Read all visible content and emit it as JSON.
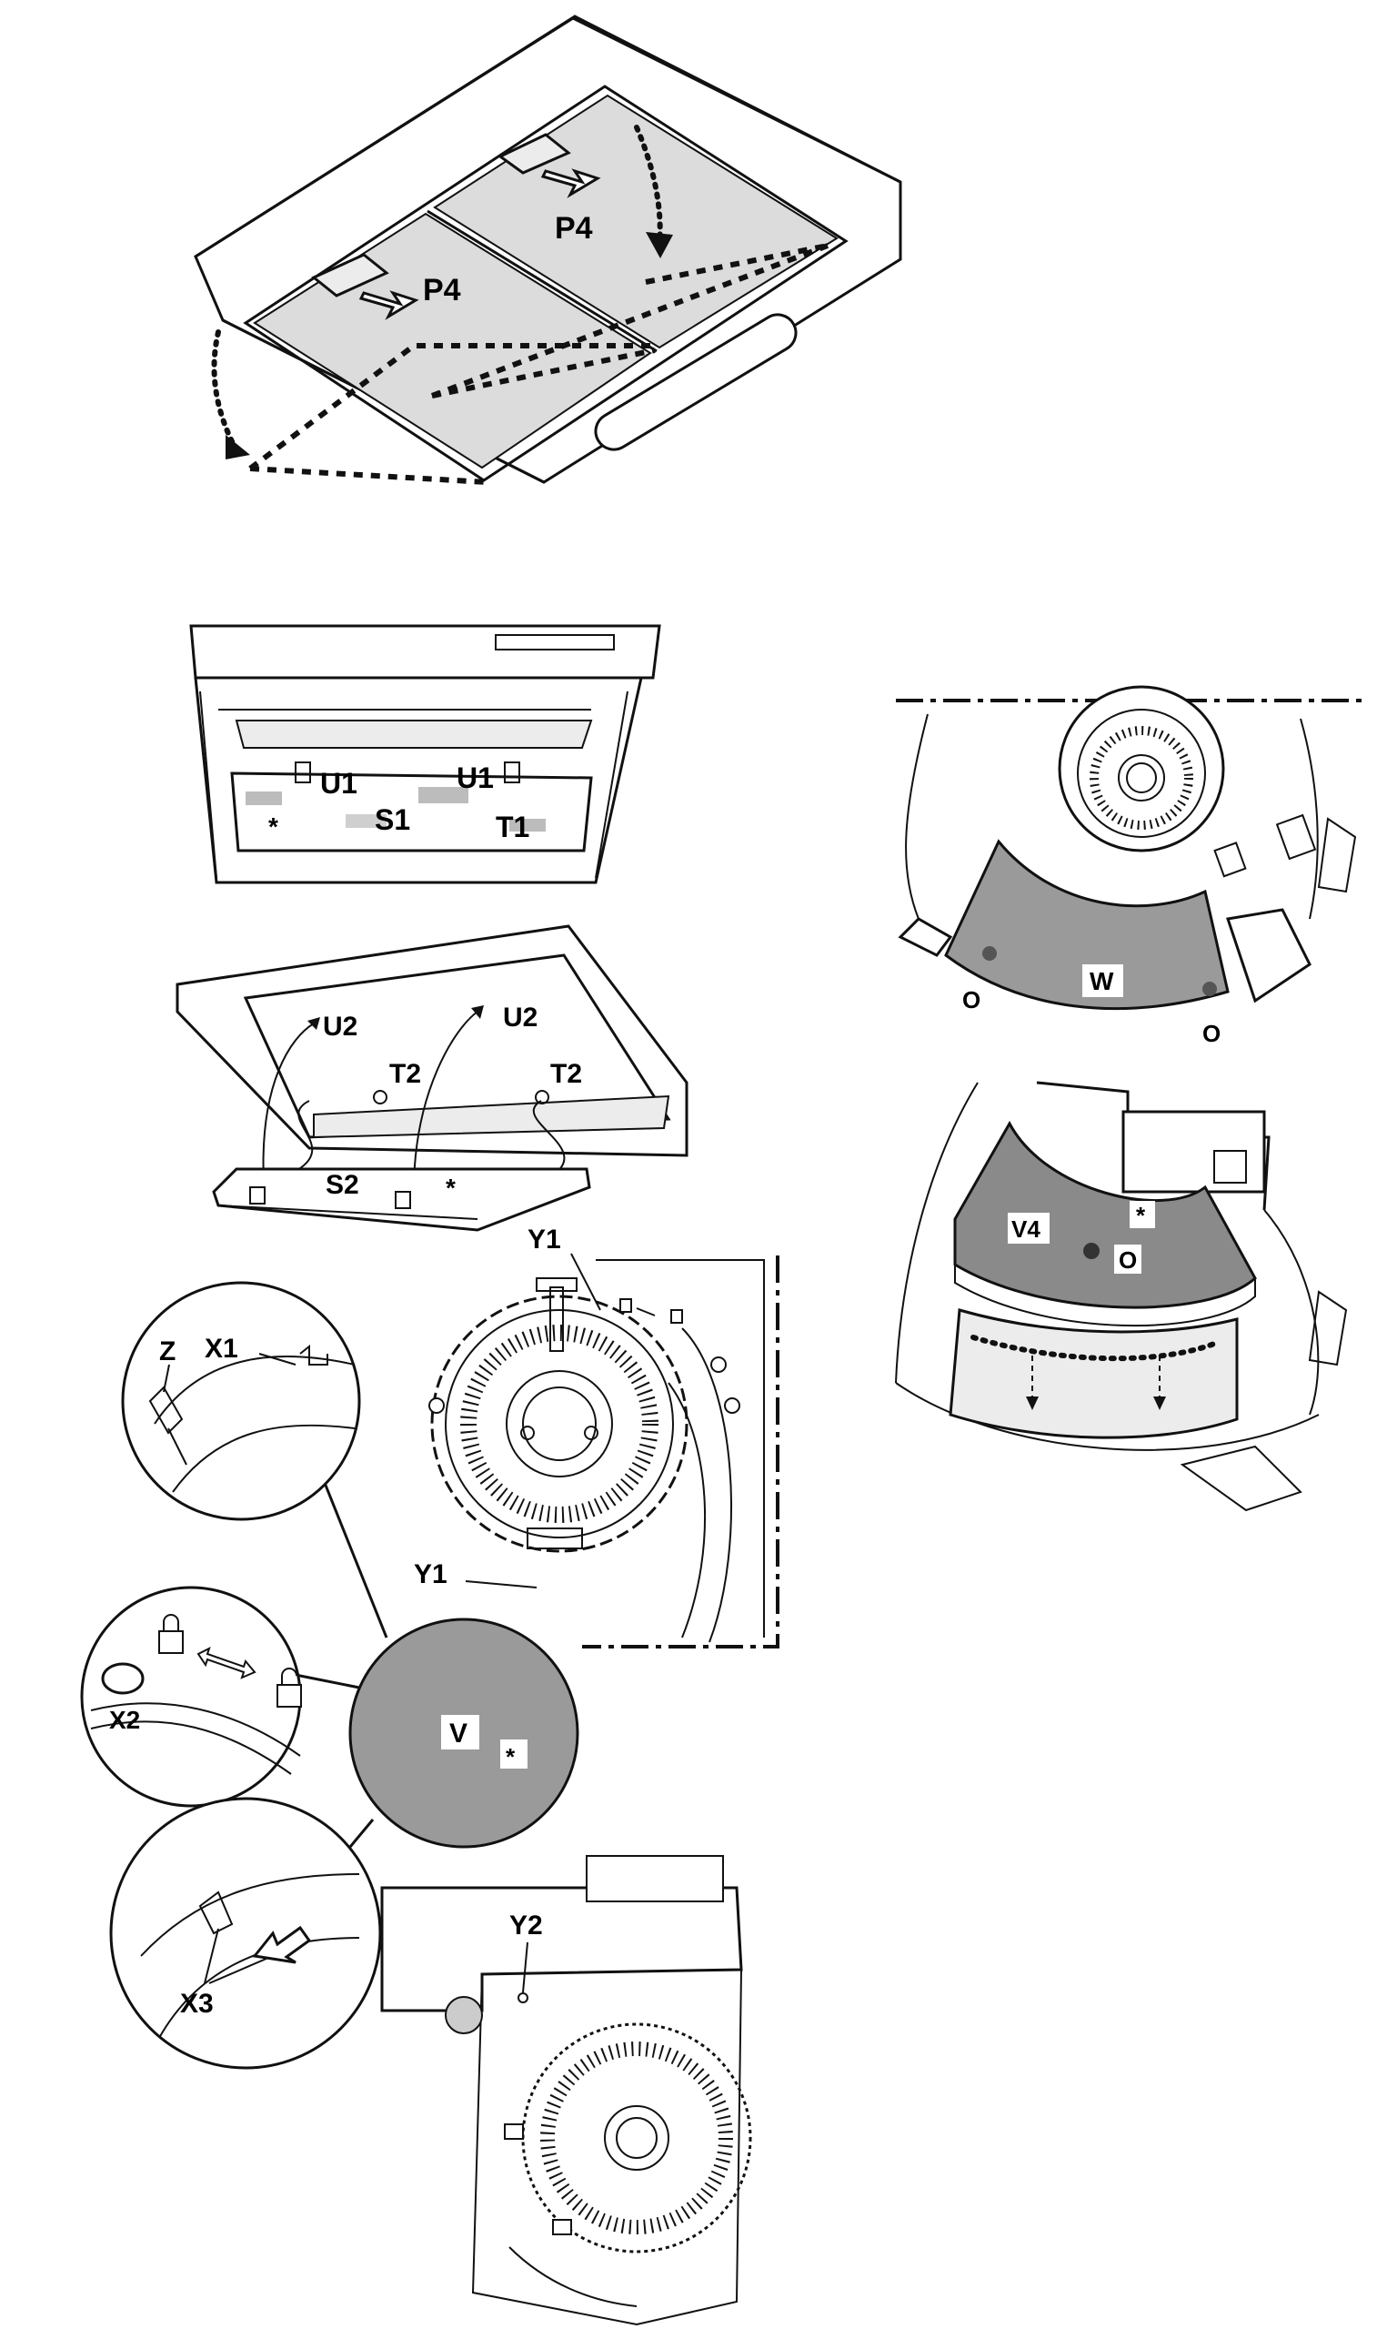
{
  "labels": {
    "p4": "P4",
    "u1": "U1",
    "s1": "S1",
    "t1": "T1",
    "u2": "U2",
    "t2": "T2",
    "s2": "S2",
    "star": "*",
    "w": "W",
    "o": "O",
    "v4": "V4",
    "y1": "Y1",
    "z": "Z",
    "x1": "X1",
    "x2": "X2",
    "x3": "X3",
    "v": "V",
    "y2": "Y2"
  },
  "colors": {
    "line": "#111111",
    "panel_grey": "#dcdcdc",
    "part_grey": "#9a9a9a",
    "dark_part_grey": "#8a8a8a"
  },
  "icons": [
    "lock-closed-icon",
    "lock-open-icon",
    "double-arrow-icon",
    "push-arrow-icon"
  ]
}
